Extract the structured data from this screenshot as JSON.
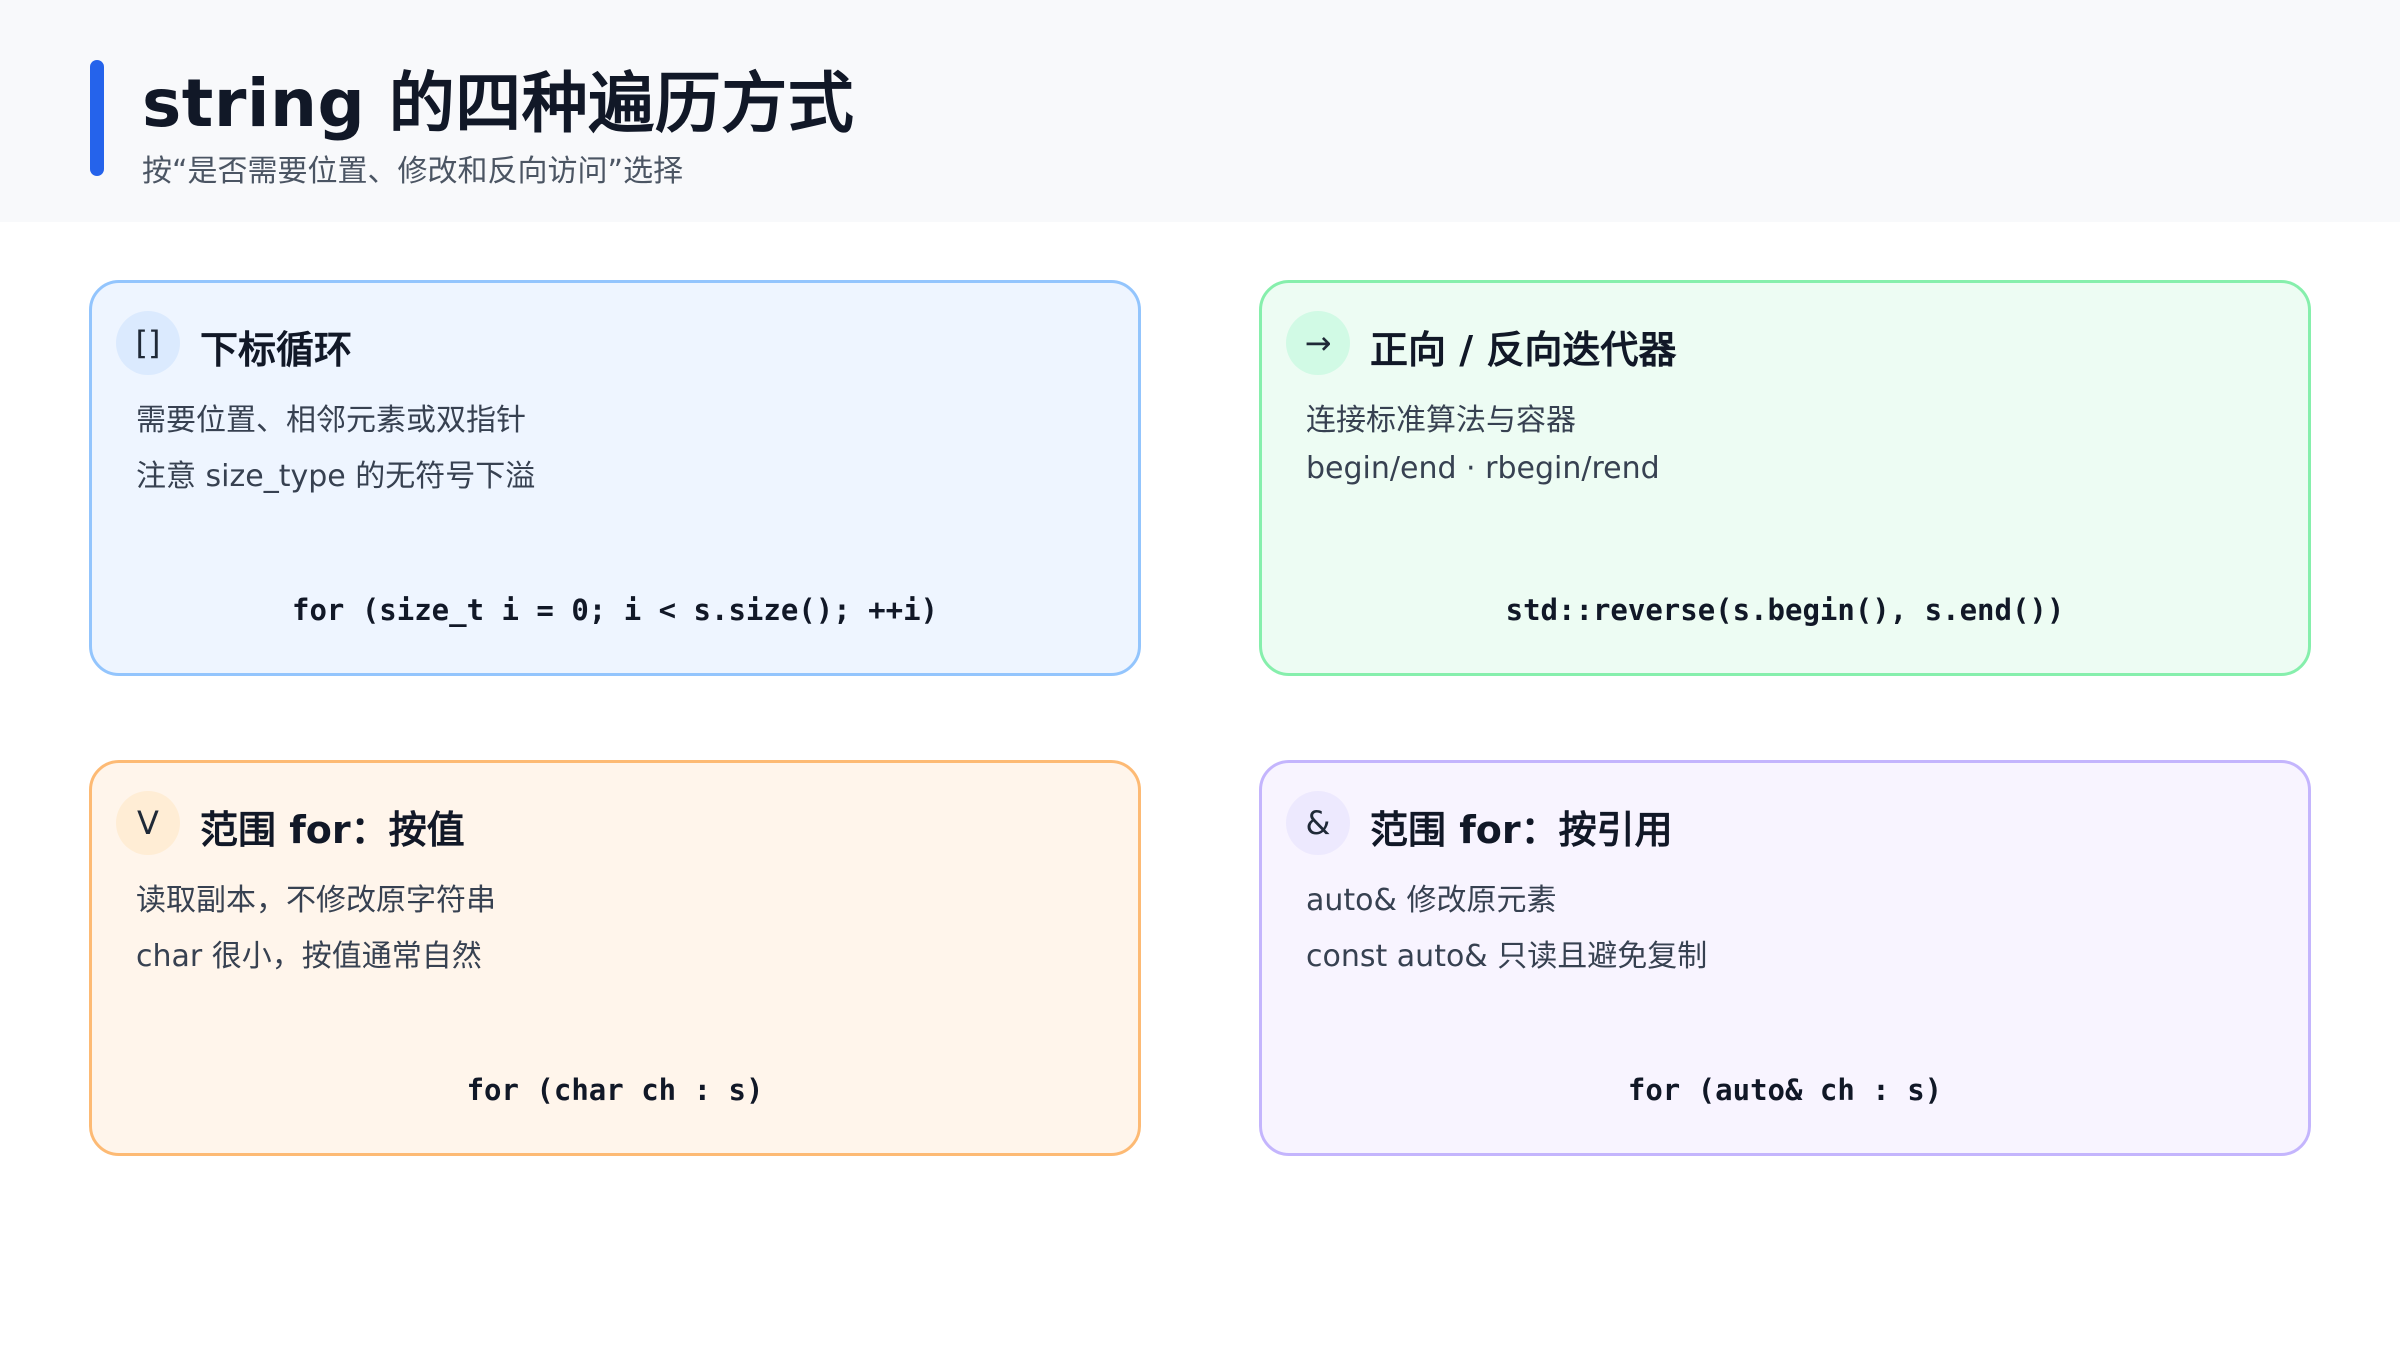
{
  "header": {
    "title": "string 的四种遍历方式",
    "subtitle": "按“是否需要位置、修改和反向访问”选择",
    "accent_color": "#2563eb"
  },
  "cards": [
    {
      "icon": "[]",
      "icon_name": "brackets-icon",
      "title": "下标循环",
      "line1": "需要位置、相邻元素或双指针",
      "line2": "注意 size_type 的无符号下溢",
      "code": "for (size_t i = 0; i < s.size(); ++i)",
      "color": "#93c5fd"
    },
    {
      "icon": "→",
      "icon_name": "arrow-right-icon",
      "title": "正向 / 反向迭代器",
      "line1": "连接标准算法与容器",
      "line2": "begin/end · rbegin/rend",
      "code": "std::reverse(s.begin(), s.end())",
      "color": "#86efac"
    },
    {
      "icon": "V",
      "icon_name": "value-icon",
      "title": "范围 for：按值",
      "line1": "读取副本，不修改原字符串",
      "line2": "char 很小，按值通常自然",
      "code": "for (char ch : s)",
      "color": "#fdba74"
    },
    {
      "icon": "&",
      "icon_name": "ampersand-icon",
      "title": "范围 for：按引用",
      "line1": "auto& 修改原元素",
      "line2": "const auto& 只读且避免复制",
      "code": "for (auto& ch : s)",
      "color": "#c4b5fd"
    }
  ]
}
